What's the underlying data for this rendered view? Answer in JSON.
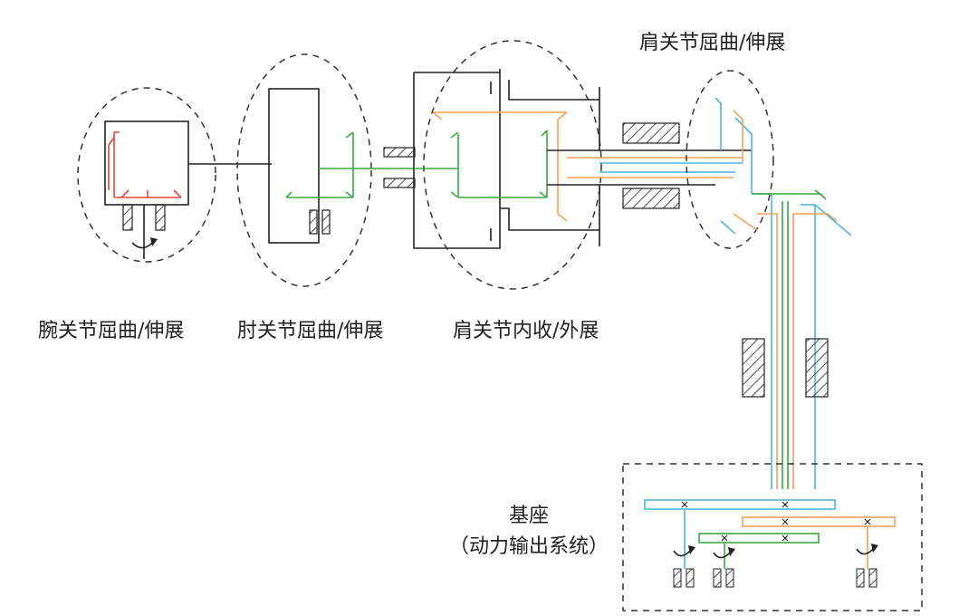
{
  "labels": {
    "wrist": "腕关节屈曲/伸展",
    "elbow": "肘关节屈曲/伸展",
    "shoulder_abduction": "肩关节内收/外展",
    "shoulder_flexion": "肩关节屈曲/伸展",
    "base_title": "基座",
    "base_subtitle": "（动力输出系统）"
  },
  "colors": {
    "wrist_chain": "#e04a3a",
    "elbow_chain": "#3aa845",
    "shoulder_abduction_chain": "#f0a25a",
    "shoulder_flexion_chain": "#4fb4d8",
    "outline": "#222222"
  }
}
